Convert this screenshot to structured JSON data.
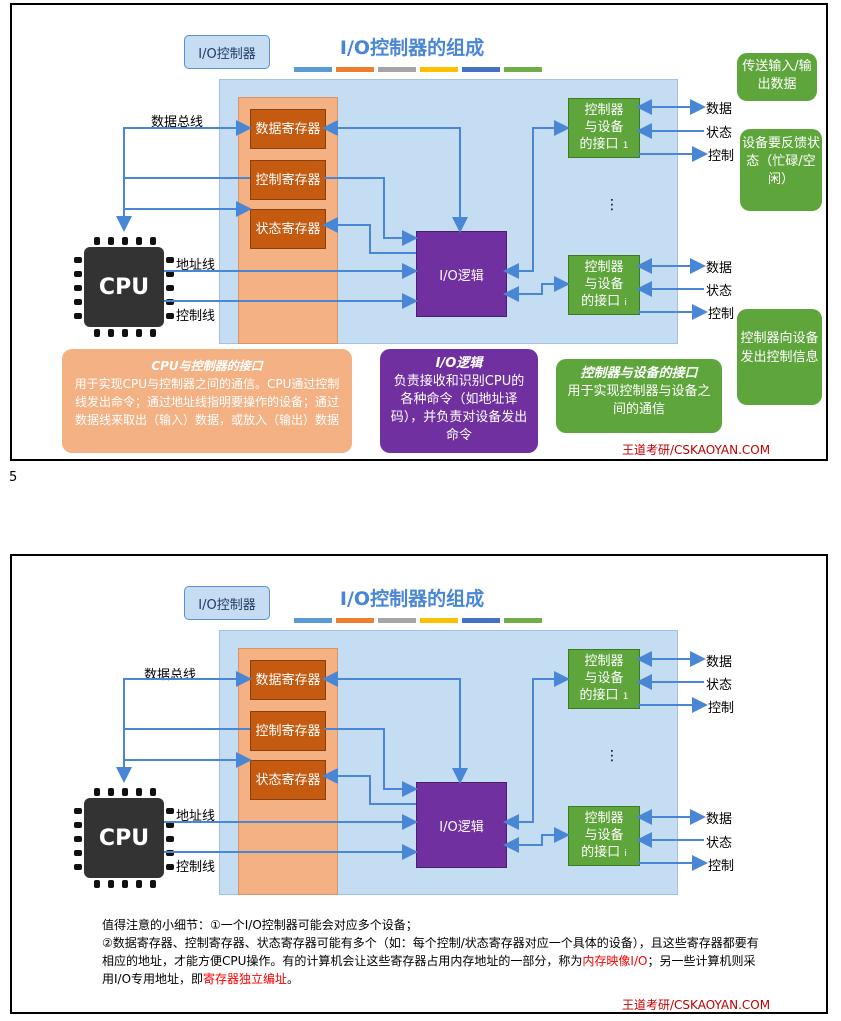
{
  "page_number": "5",
  "slide": {
    "tag": "I/O控制器",
    "title": "I/O控制器的组成",
    "stripe_colors": [
      "#5b9bd5",
      "#ed7d31",
      "#a5a5a5",
      "#ffc000",
      "#4472c4",
      "#70ad47"
    ],
    "registers": {
      "data": "数据寄存器",
      "control": "控制寄存器",
      "status": "状态寄存器"
    },
    "io_logic": "I/O逻辑",
    "interface_top": {
      "line1": "控制器",
      "line2": "与设备",
      "line3": "的接口",
      "index": "1"
    },
    "interface_bottom": {
      "line1": "控制器",
      "line2": "与设备",
      "line3": "的接口",
      "index": "i"
    },
    "ellipsis": "⋮",
    "cpu": "CPU",
    "bus_labels": {
      "data_bus": "数据总线",
      "address": "地址线",
      "control": "控制线"
    },
    "device_lines": {
      "data": "数据",
      "status": "状态",
      "control": "控制"
    },
    "footer": "王道考研/CSKAOYAN.COM"
  },
  "slide1_callouts": {
    "top_right": "传送输入/输出数据",
    "right_mid": "设备要反馈状态（忙碌/空闲）",
    "right_bottom": "控制器向设备发出控制信息",
    "cpu_interface": {
      "title": "CPU与控制器的接口",
      "body": "用于实现CPU与控制器之间的通信。CPU通过控制线发出命令；通过地址线指明要操作的设备；通过数据线来取出（输入）数据，或放入（输出）数据"
    },
    "io_logic": {
      "title": "I/O逻辑",
      "body": "负责接收和识别CPU的各种命令（如地址译码），并负责对设备发出命令"
    },
    "device_interface": {
      "title": "控制器与设备的接口",
      "body": "用于实现控制器与设备之间的通信"
    }
  },
  "slide2_note": {
    "line1": "值得注意的小细节：①一个I/O控制器可能会对应多个设备；",
    "line2a": "②数据寄存器、控制寄存器、状态寄存器可能有多个（如：每个控制/状态寄存器对应一个具体的设备），且这些寄存器都要有相应的地址，才能方便CPU操作。有的计算机会让这些寄存器占用内存地址的一部分，称为",
    "highlight1": "内存映像I/O",
    "line2b": "；另一些计算机则采用I/O专用地址，即",
    "highlight2": "寄存器独立编址",
    "line2c": "。"
  }
}
